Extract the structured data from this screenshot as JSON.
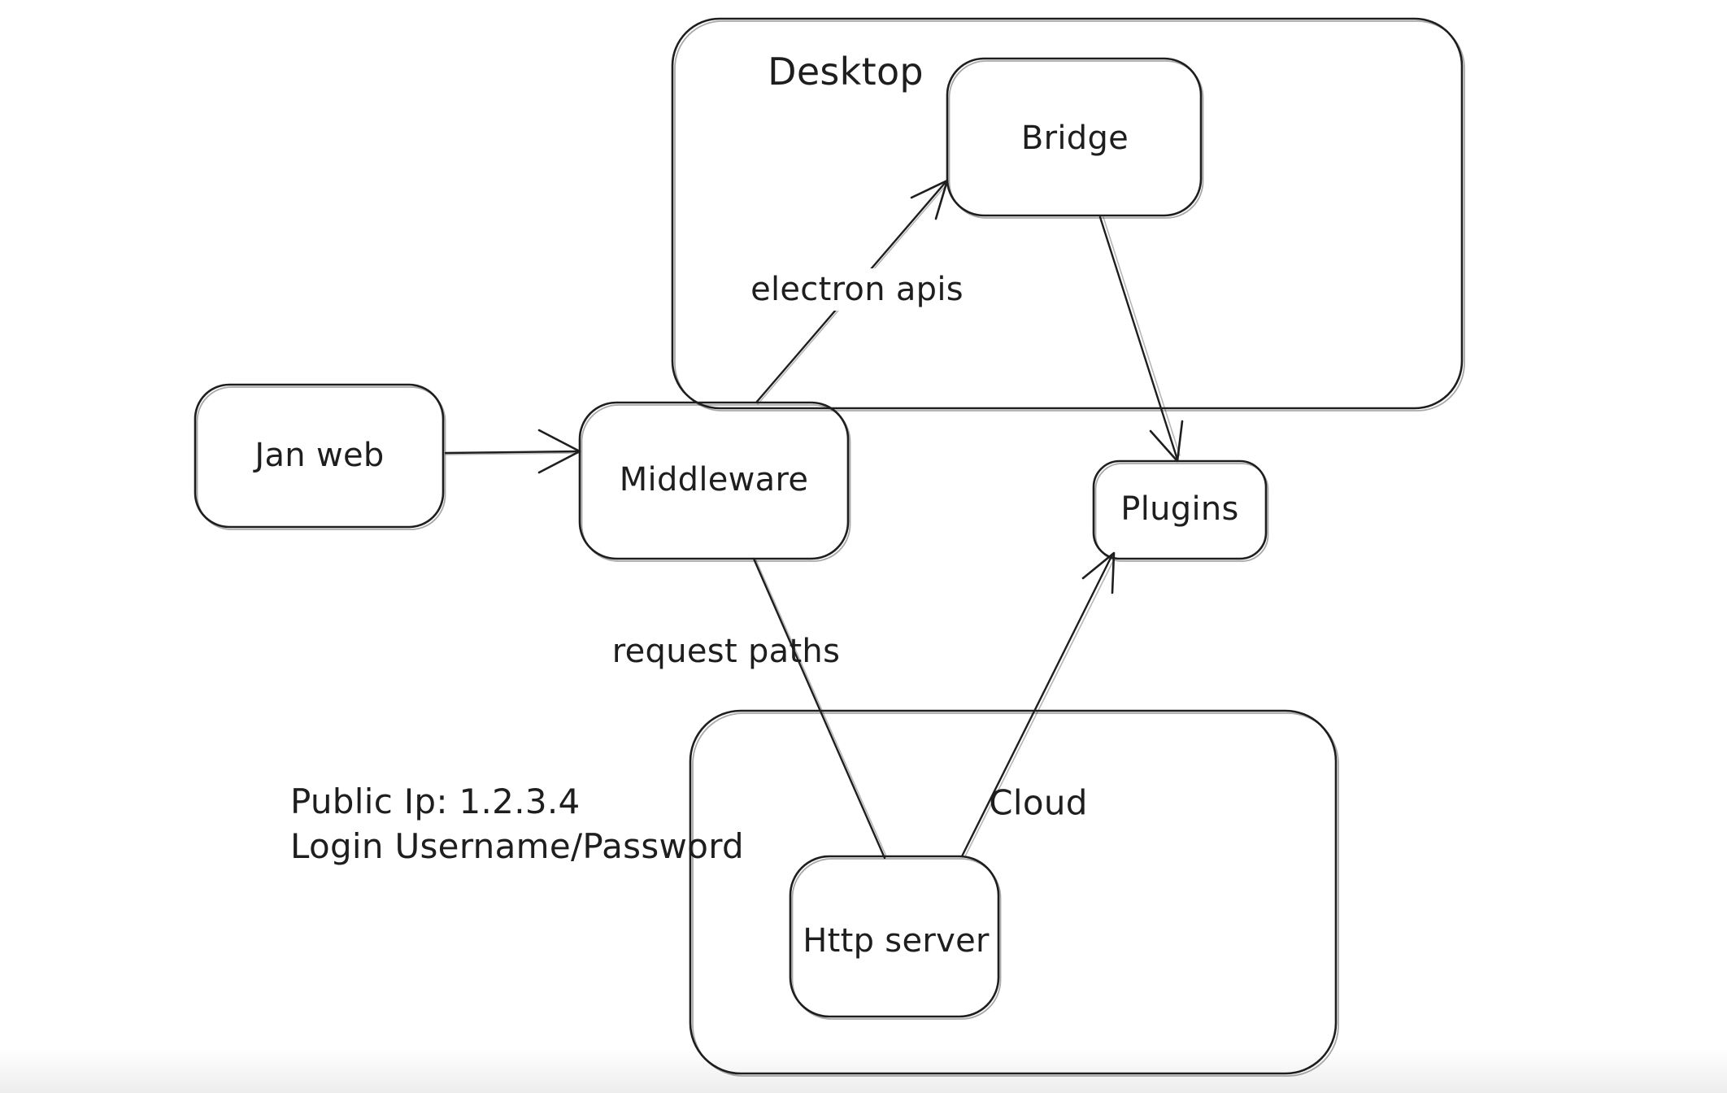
{
  "app": {
    "background_color": "#ffffff",
    "stroke_color": "#1e1e1e"
  },
  "diagram": {
    "containers": [
      {
        "id": "desktop",
        "label": "Desktop"
      },
      {
        "id": "cloud",
        "label": "Cloud"
      }
    ],
    "nodes": [
      {
        "id": "jan-web",
        "label": "Jan web"
      },
      {
        "id": "middleware",
        "label": "Middleware"
      },
      {
        "id": "bridge",
        "label": "Bridge"
      },
      {
        "id": "plugins",
        "label": "Plugins"
      },
      {
        "id": "http-server",
        "label": "Http server"
      }
    ],
    "edges": [
      {
        "from": "jan-web",
        "to": "middleware",
        "label": ""
      },
      {
        "from": "middleware",
        "to": "bridge",
        "label": "electron apis"
      },
      {
        "from": "bridge",
        "to": "plugins",
        "label": ""
      },
      {
        "from": "middleware",
        "to": "http-server",
        "label": "request paths"
      },
      {
        "from": "http-server",
        "to": "plugins",
        "label": ""
      }
    ],
    "annotation": {
      "line1": "Public Ip: 1.2.3.4",
      "line2": "Login Username/Password"
    }
  }
}
